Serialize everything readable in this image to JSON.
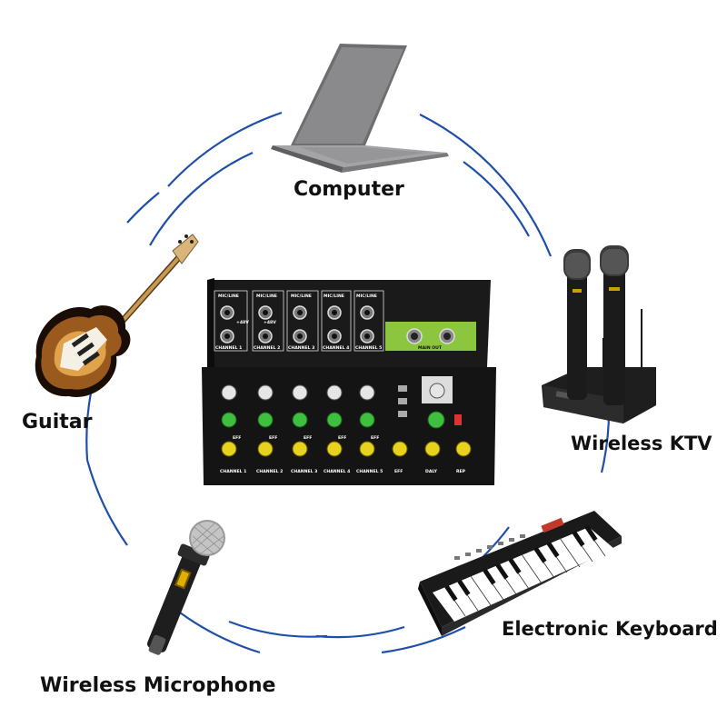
{
  "labels": {
    "computer": "Computer",
    "guitar": "Guitar",
    "wireless_ktv": "Wireless KTV",
    "electronic_keyboard": "Electronic Keyboard",
    "wireless_microphone": "Wireless Microphone"
  },
  "mixer": {
    "input_labels": [
      "MIC/LINE",
      "MIC/LINE",
      "MIC/LINE",
      "MIC/LINE",
      "MIC/LINE"
    ],
    "phantom_label": "+48V",
    "channel_labels_top": [
      "CHANNEL 1",
      "CHANNEL 2",
      "CHANNEL 3",
      "CHANNEL 4",
      "CHANNEL 5"
    ],
    "main_out_label": "MAIN OUT",
    "channel_labels_bottom": [
      "CHANNEL 1",
      "CHANNEL 2",
      "CHANNEL 3",
      "CHANNEL 4",
      "CHANNEL 5"
    ],
    "fx_labels": [
      "EFF",
      "DALY",
      "REP"
    ],
    "knob_label": "EFF"
  },
  "colors": {
    "ring": "#1f4fa8",
    "mixer_body": "#141414",
    "mixer_accent": "#8cc63f",
    "knob_yellow": "#e7d21d",
    "knob_green": "#3fbf3f",
    "knob_white": "#e6e6e6"
  }
}
